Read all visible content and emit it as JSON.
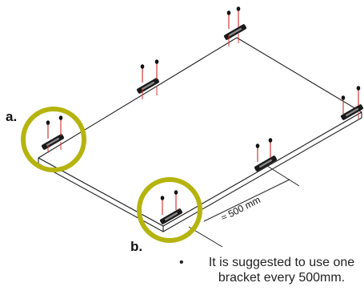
{
  "labels": {
    "callout_a": "a.",
    "callout_b": "b.",
    "spacing": "≈ 500 mm"
  },
  "note": {
    "bullet": "•",
    "text": "It is suggested to use one bracket every 500mm."
  },
  "colors": {
    "highlight_circle": "#b5b40f",
    "screw_shaft": "#d23a3a",
    "screw_head": "#111111",
    "bracket": "#1a1a1a",
    "board_line": "#222222"
  },
  "icons": {
    "bracket": "bracket-icon",
    "screw": "screw-icon"
  }
}
